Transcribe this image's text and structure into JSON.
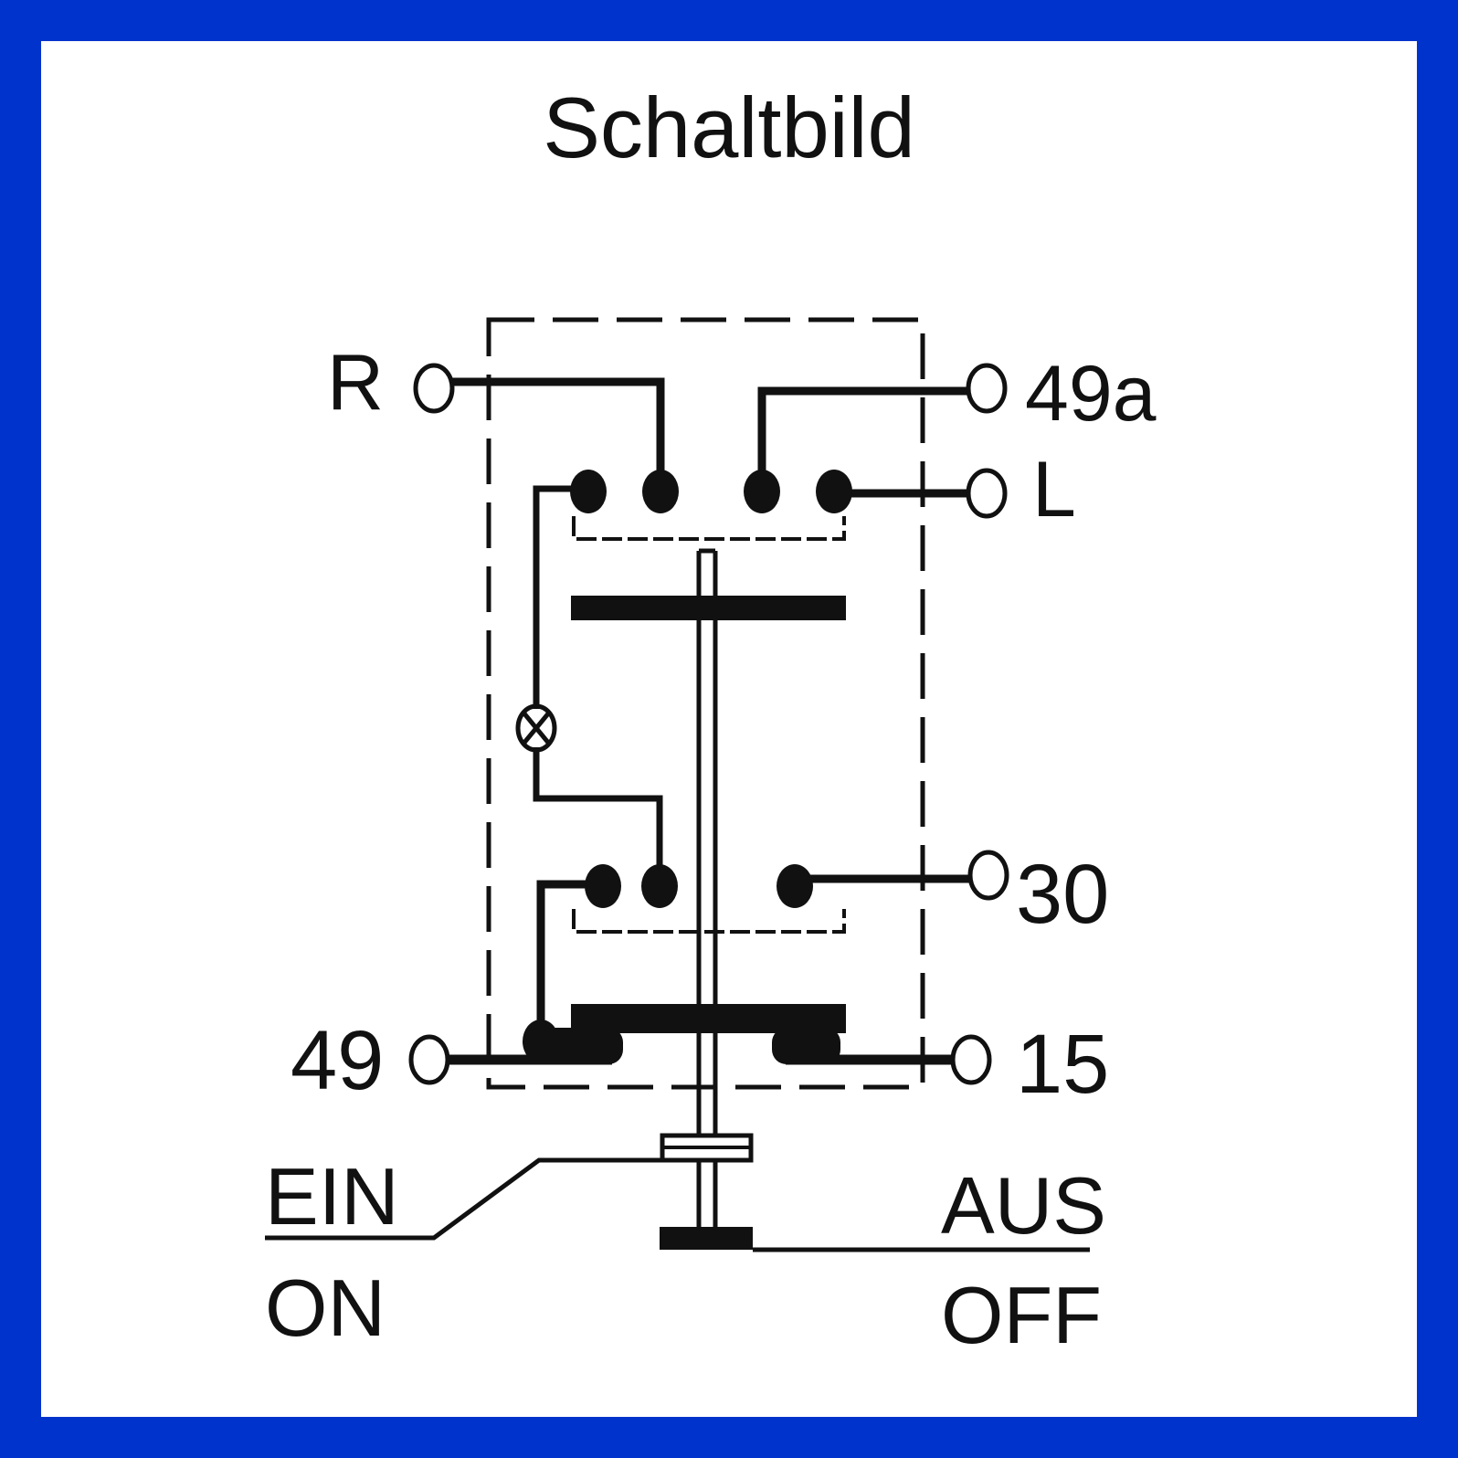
{
  "title": "Schaltbild",
  "terminals": {
    "R": "R",
    "t49a": "49a",
    "L": "L",
    "t30": "30",
    "t49": "49",
    "t15": "15"
  },
  "switch_positions": {
    "on_de": "EIN",
    "on_en": "ON",
    "off_de": "AUS",
    "off_en": "OFF"
  },
  "colors": {
    "border": "#0033cc",
    "background": "#ffffff",
    "ink": "#111111"
  }
}
